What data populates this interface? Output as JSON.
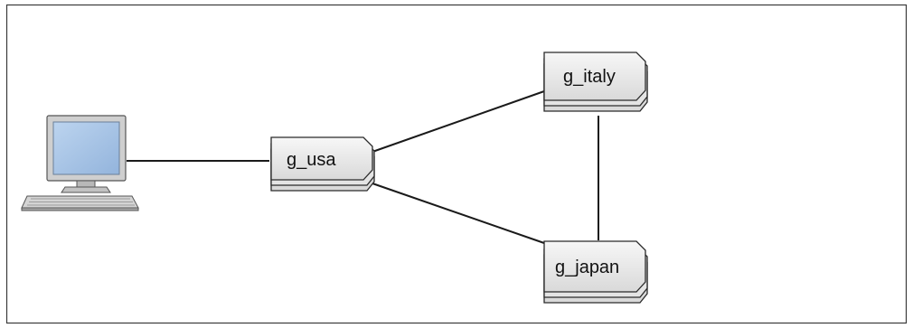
{
  "diagram": {
    "nodes": [
      {
        "id": "computer",
        "kind": "computer-icon",
        "label": ""
      },
      {
        "id": "g_usa",
        "kind": "gateway-stack-icon",
        "label": "g_usa"
      },
      {
        "id": "g_italy",
        "kind": "gateway-stack-icon",
        "label": "g_italy"
      },
      {
        "id": "g_japan",
        "kind": "gateway-stack-icon",
        "label": "g_japan"
      }
    ],
    "edges": [
      {
        "from": "computer",
        "to": "g_usa"
      },
      {
        "from": "g_usa",
        "to": "g_italy"
      },
      {
        "from": "g_usa",
        "to": "g_japan"
      },
      {
        "from": "g_italy",
        "to": "g_japan"
      }
    ]
  },
  "colors": {
    "border": "#3a3a3a",
    "line": "#1a1a1a",
    "monitor_screen": "#a9c6e8",
    "monitor_body": "#c9c9c9",
    "gateway_fill": "#e8e8e8"
  }
}
